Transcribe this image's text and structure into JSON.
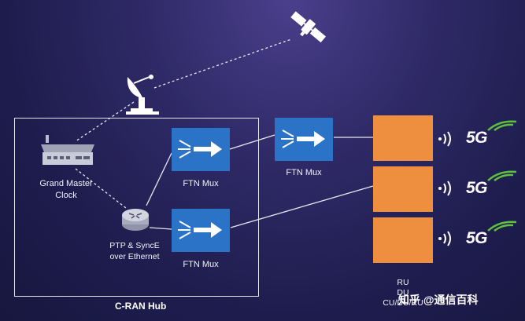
{
  "hub": {
    "title": "C-RAN Hub"
  },
  "grand_master": {
    "line1": "Grand Master",
    "line2": "Clock"
  },
  "ptp": {
    "line1": "PTP & SyncE",
    "line2": "over Ethernet"
  },
  "mux_labels": {
    "hub_top": "FTN Mux",
    "hub_bottom": "FTN Mux",
    "remote": "FTN Mux"
  },
  "ru_labels": {
    "line1": "RU",
    "line2": "DU",
    "line3": "CU/DU/RU"
  },
  "cells": [
    {
      "label": "5G"
    },
    {
      "label": "5G"
    },
    {
      "label": "5G"
    }
  ],
  "watermark": {
    "text": "知乎 @通信百科"
  },
  "colors": {
    "mux_blue": "#2a73c6",
    "ru_orange": "#ee8e3f",
    "fiveg_green": "#5fbf3f"
  }
}
